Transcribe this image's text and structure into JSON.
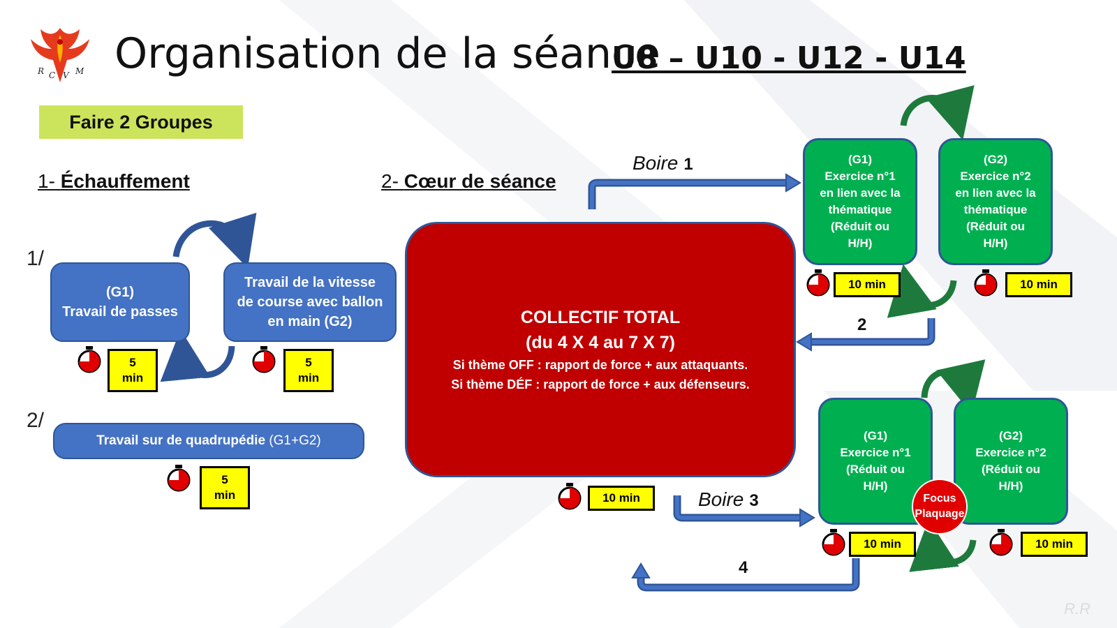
{
  "header": {
    "title": "Organisation de la séance",
    "categories": "U8 – U10 - U12 - U14",
    "logo_text": "RCVM"
  },
  "groups_badge": "Faire 2 Groupes",
  "warmup": {
    "heading_num": "1-",
    "heading": "Échauffement",
    "part1": {
      "label": "1/",
      "box_g1": [
        "(G1)",
        "Travail de passes"
      ],
      "box_g2": "Travail de la vitesse de course avec ballon en main (G2)",
      "timer_a": [
        "5",
        "min"
      ],
      "timer_b": [
        "5",
        "min"
      ]
    },
    "part2": {
      "label": "2/",
      "box": "Travail sur de quadrupédie",
      "box_suffix": "(G1+G2)",
      "timer": [
        "5",
        "min"
      ]
    }
  },
  "core": {
    "heading_num": "2-",
    "heading": "Cœur de séance",
    "title": "COLLECTIF TOTAL",
    "subtitle": "(du 4 X 4 au 7 X 7)",
    "line_off": "Si thème OFF : rapport de force + aux attaquants.",
    "line_def": "Si thème DÉF : rapport de force + aux défenseurs.",
    "timer": "10 min"
  },
  "top_exercises": {
    "g1": [
      "(G1)",
      "Exercice n°1",
      "en lien avec la",
      "thématique",
      "(Réduit ou",
      "H/H)"
    ],
    "g2": [
      "(G2)",
      "Exercice n°2",
      "en lien avec la",
      "thématique",
      "(Réduit ou",
      "H/H)"
    ],
    "timer_g1": "10 min",
    "timer_g2": "10 min"
  },
  "bottom_exercises": {
    "g1": [
      "(G1)",
      "Exercice n°1",
      "(Réduit ou",
      "H/H)"
    ],
    "g2": [
      "(G2)",
      "Exercice n°2",
      "(Réduit ou",
      "H/H)"
    ],
    "focus": [
      "Focus",
      "Plaquage"
    ],
    "timer_g1": "10 min",
    "timer_g2": "10 min"
  },
  "flow": {
    "drink_label": "Boire",
    "step1": "1",
    "step2": "2",
    "step3": "3",
    "step4": "4"
  },
  "icons": [
    "phoenix-logo",
    "stopwatch-icon",
    "cycle-arrow-icon",
    "flow-arrow-icon"
  ],
  "colors": {
    "blue_box": "#4472c4",
    "green_box": "#00b050",
    "core_red": "#c00000",
    "timer_yellow": "#ffff00",
    "badge_green": "#cce45c",
    "arrow_blue": "#4472c4"
  },
  "watermark": "R.R"
}
